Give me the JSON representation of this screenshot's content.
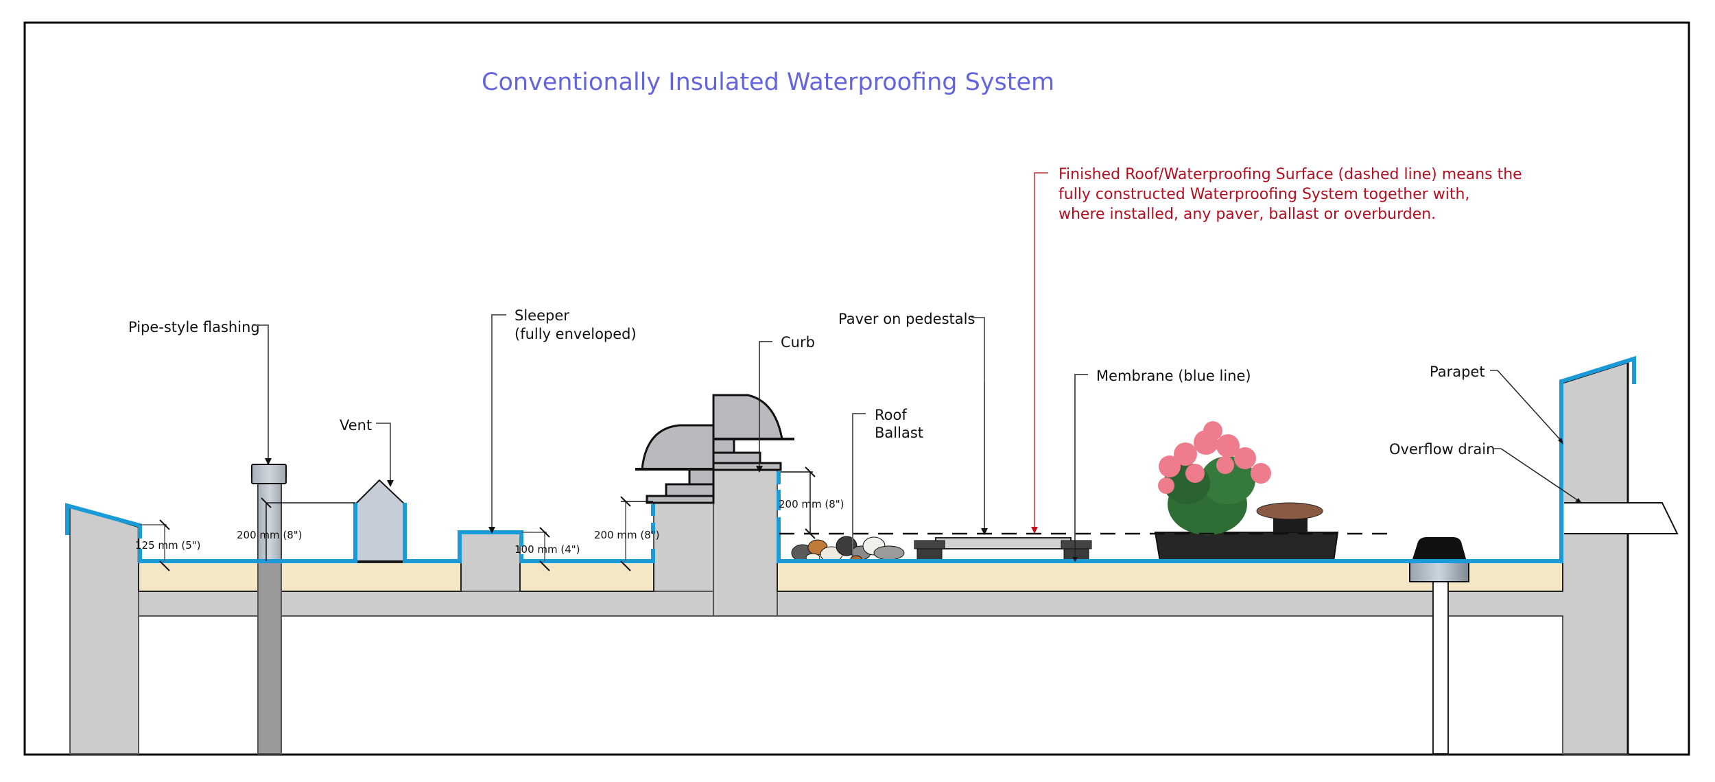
{
  "title": "Conventionally Insulated Waterproofing System",
  "note": {
    "lines": [
      "Finished Roof/Waterproofing Surface (dashed line) means the",
      "fully constructed Waterproofing System together with,",
      "where installed, any paver, ballast or overburden."
    ]
  },
  "labels": {
    "pipe_flashing": "Pipe-style flashing",
    "vent": "Vent",
    "sleeper_line1": "Sleeper",
    "sleeper_line2": "(fully enveloped)",
    "curb": "Curb",
    "paver": "Paver on pedestals",
    "ballast_line1": "Roof",
    "ballast_line2": "Ballast",
    "membrane": "Membrane (blue line)",
    "parapet": "Parapet",
    "overflow_drain": "Overflow drain"
  },
  "dimensions": {
    "parapet_left": "125 mm (5\")",
    "pipe": "200 mm (8\")",
    "sleeper": "100 mm (4\")",
    "curb_left": "200 mm (8\")",
    "curb_right": "200 mm (8\")"
  },
  "colors": {
    "title": "#6464dc",
    "note": "#b01020",
    "membrane": "#1a9ad6",
    "concrete": "#cccccc",
    "insulation": "#f4e7c6"
  }
}
